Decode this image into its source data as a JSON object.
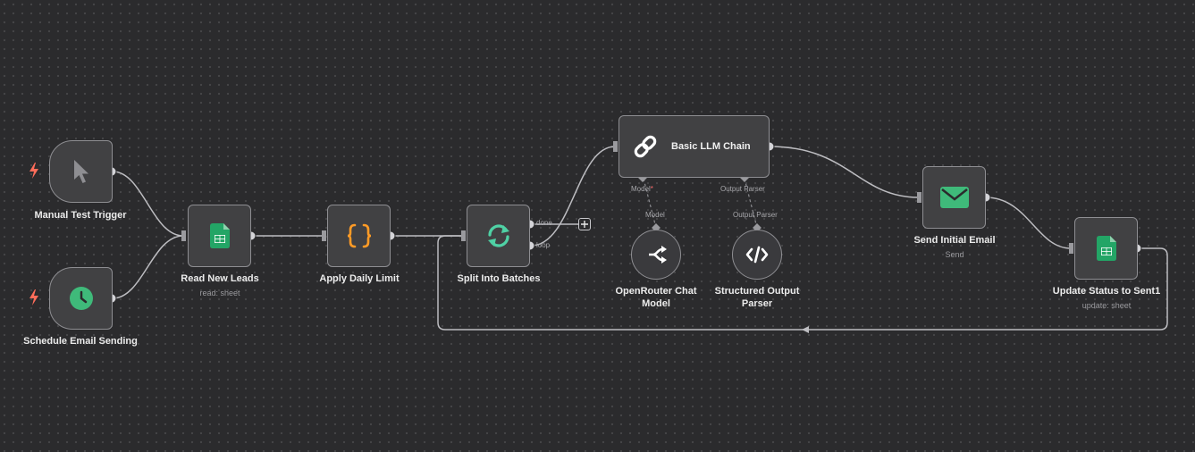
{
  "workflow": {
    "nodes": {
      "manual_trigger": {
        "label": "Manual Test Trigger",
        "icon": "cursor-icon"
      },
      "schedule_trigger": {
        "label": "Schedule Email Sending",
        "icon": "clock-icon"
      },
      "read_leads": {
        "label": "Read New Leads",
        "sub": "read: sheet",
        "icon": "google-sheets-icon"
      },
      "daily_limit": {
        "label": "Apply Daily Limit",
        "icon": "code-braces-icon"
      },
      "split_batches": {
        "label": "Split Into Batches",
        "icon": "loop-icon",
        "out_done": "done",
        "out_loop": "loop"
      },
      "llm_chain": {
        "label": "Basic LLM Chain",
        "icon": "link-icon",
        "port_model": "Model",
        "port_model_required": "*",
        "port_parser": "Output Parser"
      },
      "openrouter": {
        "label": "OpenRouter Chat Model",
        "icon": "openrouter-icon",
        "port": "Model"
      },
      "parser": {
        "label": "Structured Output Parser",
        "icon": "code-tag-icon",
        "port": "Output Parser"
      },
      "send_email": {
        "label": "Send Initial Email",
        "sub": "Send",
        "icon": "mail-icon"
      },
      "update_status": {
        "label": "Update Status to Sent1",
        "sub": "update: sheet",
        "icon": "google-sheets-icon"
      }
    }
  },
  "colors": {
    "canvas": "#2b2b2d",
    "node": "#414143",
    "border": "#8e8e92",
    "trigger_bolt": "#ff6d5a",
    "sheets_green": "#23a566",
    "code_orange": "#ff9b26",
    "loop_teal": "#4fd1a5",
    "mail_green": "#3fba7a"
  }
}
